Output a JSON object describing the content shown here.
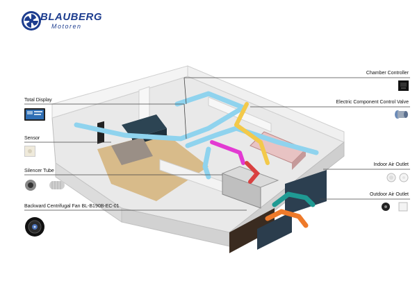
{
  "brand": {
    "name": "BLAUBERG",
    "sub": "Motoren",
    "color": "#1d3d8f"
  },
  "labels_left": [
    {
      "id": "total-display",
      "text": "Total Display"
    },
    {
      "id": "sensor",
      "text": "Sensor"
    },
    {
      "id": "silencer-tube",
      "text": "Silencer Tube"
    },
    {
      "id": "backward-fan",
      "text": "Backward Centrifugal Fan   BL-B190B-EC-01"
    }
  ],
  "labels_right": [
    {
      "id": "chamber-controller",
      "text": "Chamber Controller"
    },
    {
      "id": "ec-control-valve",
      "text": "Electric Component Control Valve"
    },
    {
      "id": "indoor-air-outlet",
      "text": "Indoor Air Outlet"
    },
    {
      "id": "outdoor-air-outlet",
      "text": "Outdoor Air Outlet"
    }
  ],
  "colors": {
    "duct_blue": "#8fd3ee",
    "duct_yellow": "#f3c94a",
    "duct_magenta": "#e23ad2",
    "duct_teal": "#1f9a93",
    "duct_orange": "#ee7a2a",
    "wall": "#f2f2f2",
    "floor": "#c9a97a",
    "sofa": "#28404e"
  }
}
